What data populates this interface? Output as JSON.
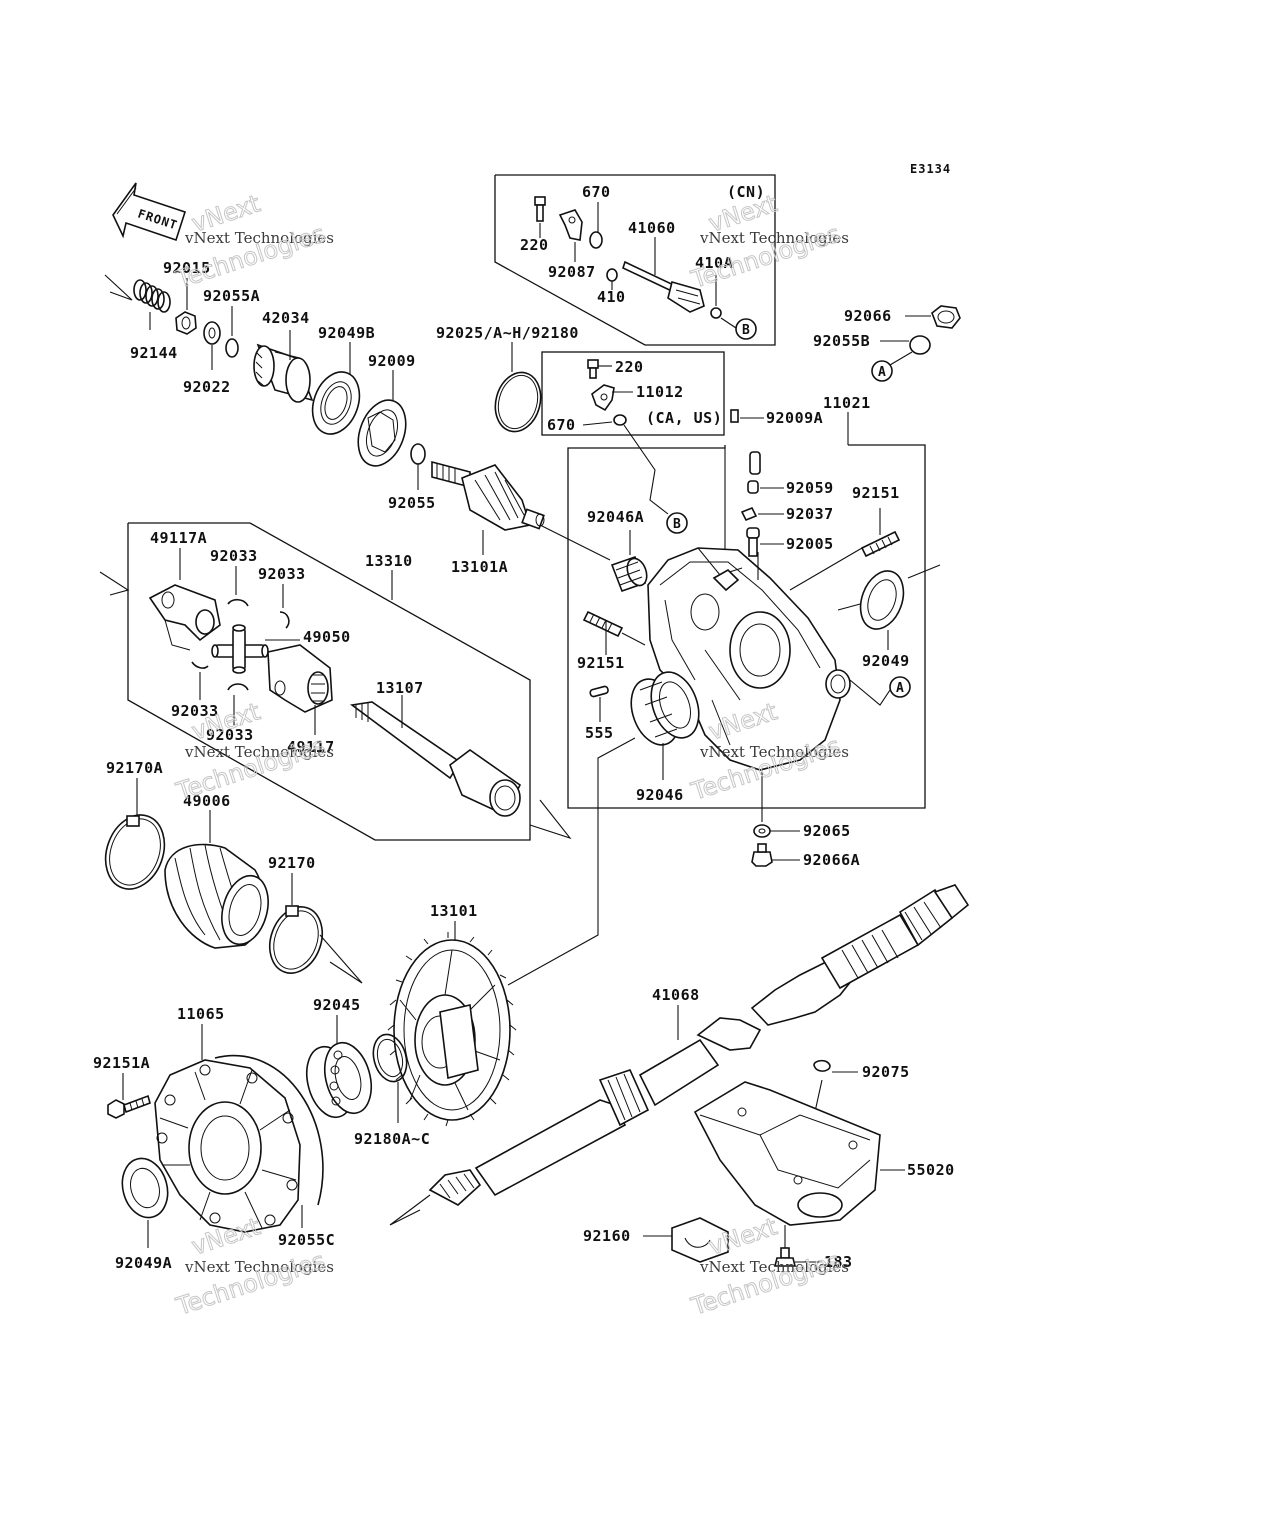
{
  "diagram_code": "E3134",
  "front_label": "FRONT",
  "watermark": {
    "line1": "vNext Technologies",
    "line2": "Technologies",
    "line3": "vNext"
  },
  "inset_cn": {
    "region": "(CN)",
    "parts": {
      "p670": "670",
      "p220": "220",
      "p92087": "92087",
      "p410": "410",
      "p41060": "41060",
      "p410A": "410A"
    }
  },
  "inset_ca_us": {
    "region": "(CA, US)",
    "parts": {
      "p220": "220",
      "p11012": "11012",
      "p670": "670"
    }
  },
  "refs": {
    "A": "A",
    "B": "B"
  },
  "parts": {
    "p92015": "92015",
    "p92055A": "92055A",
    "p92144": "92144",
    "p92022": "92022",
    "p42034": "42034",
    "p92049B": "92049B",
    "p92009": "92009",
    "p92025": "92025/A~H/92180",
    "p92055": "92055",
    "p13101A": "13101A",
    "p92066": "92066",
    "p92055B": "92055B",
    "p92009A": "92009A",
    "p11021": "11021",
    "p92059": "92059",
    "p92037": "92037",
    "p92005": "92005",
    "p92151": "92151",
    "p92046A": "92046A",
    "p92151b": "92151",
    "p92049": "92049",
    "p555": "555",
    "p92046": "92046",
    "p92065": "92065",
    "p92066A": "92066A",
    "p49117A": "49117A",
    "p92033a": "92033",
    "p92033b": "92033",
    "p13310": "13310",
    "p49050": "49050",
    "p13107": "13107",
    "p92033c": "92033",
    "p92033d": "92033",
    "p49117": "49117",
    "p92170A": "92170A",
    "p49006": "49006",
    "p92170": "92170",
    "p13101": "13101",
    "p41068": "41068",
    "p11065": "11065",
    "p92045": "92045",
    "p92151A": "92151A",
    "p92180AC": "92180A~C",
    "p92075": "92075",
    "p55020": "55020",
    "p92055C": "92055C",
    "p92049A": "92049A",
    "p92160": "92160",
    "p183": "183"
  }
}
